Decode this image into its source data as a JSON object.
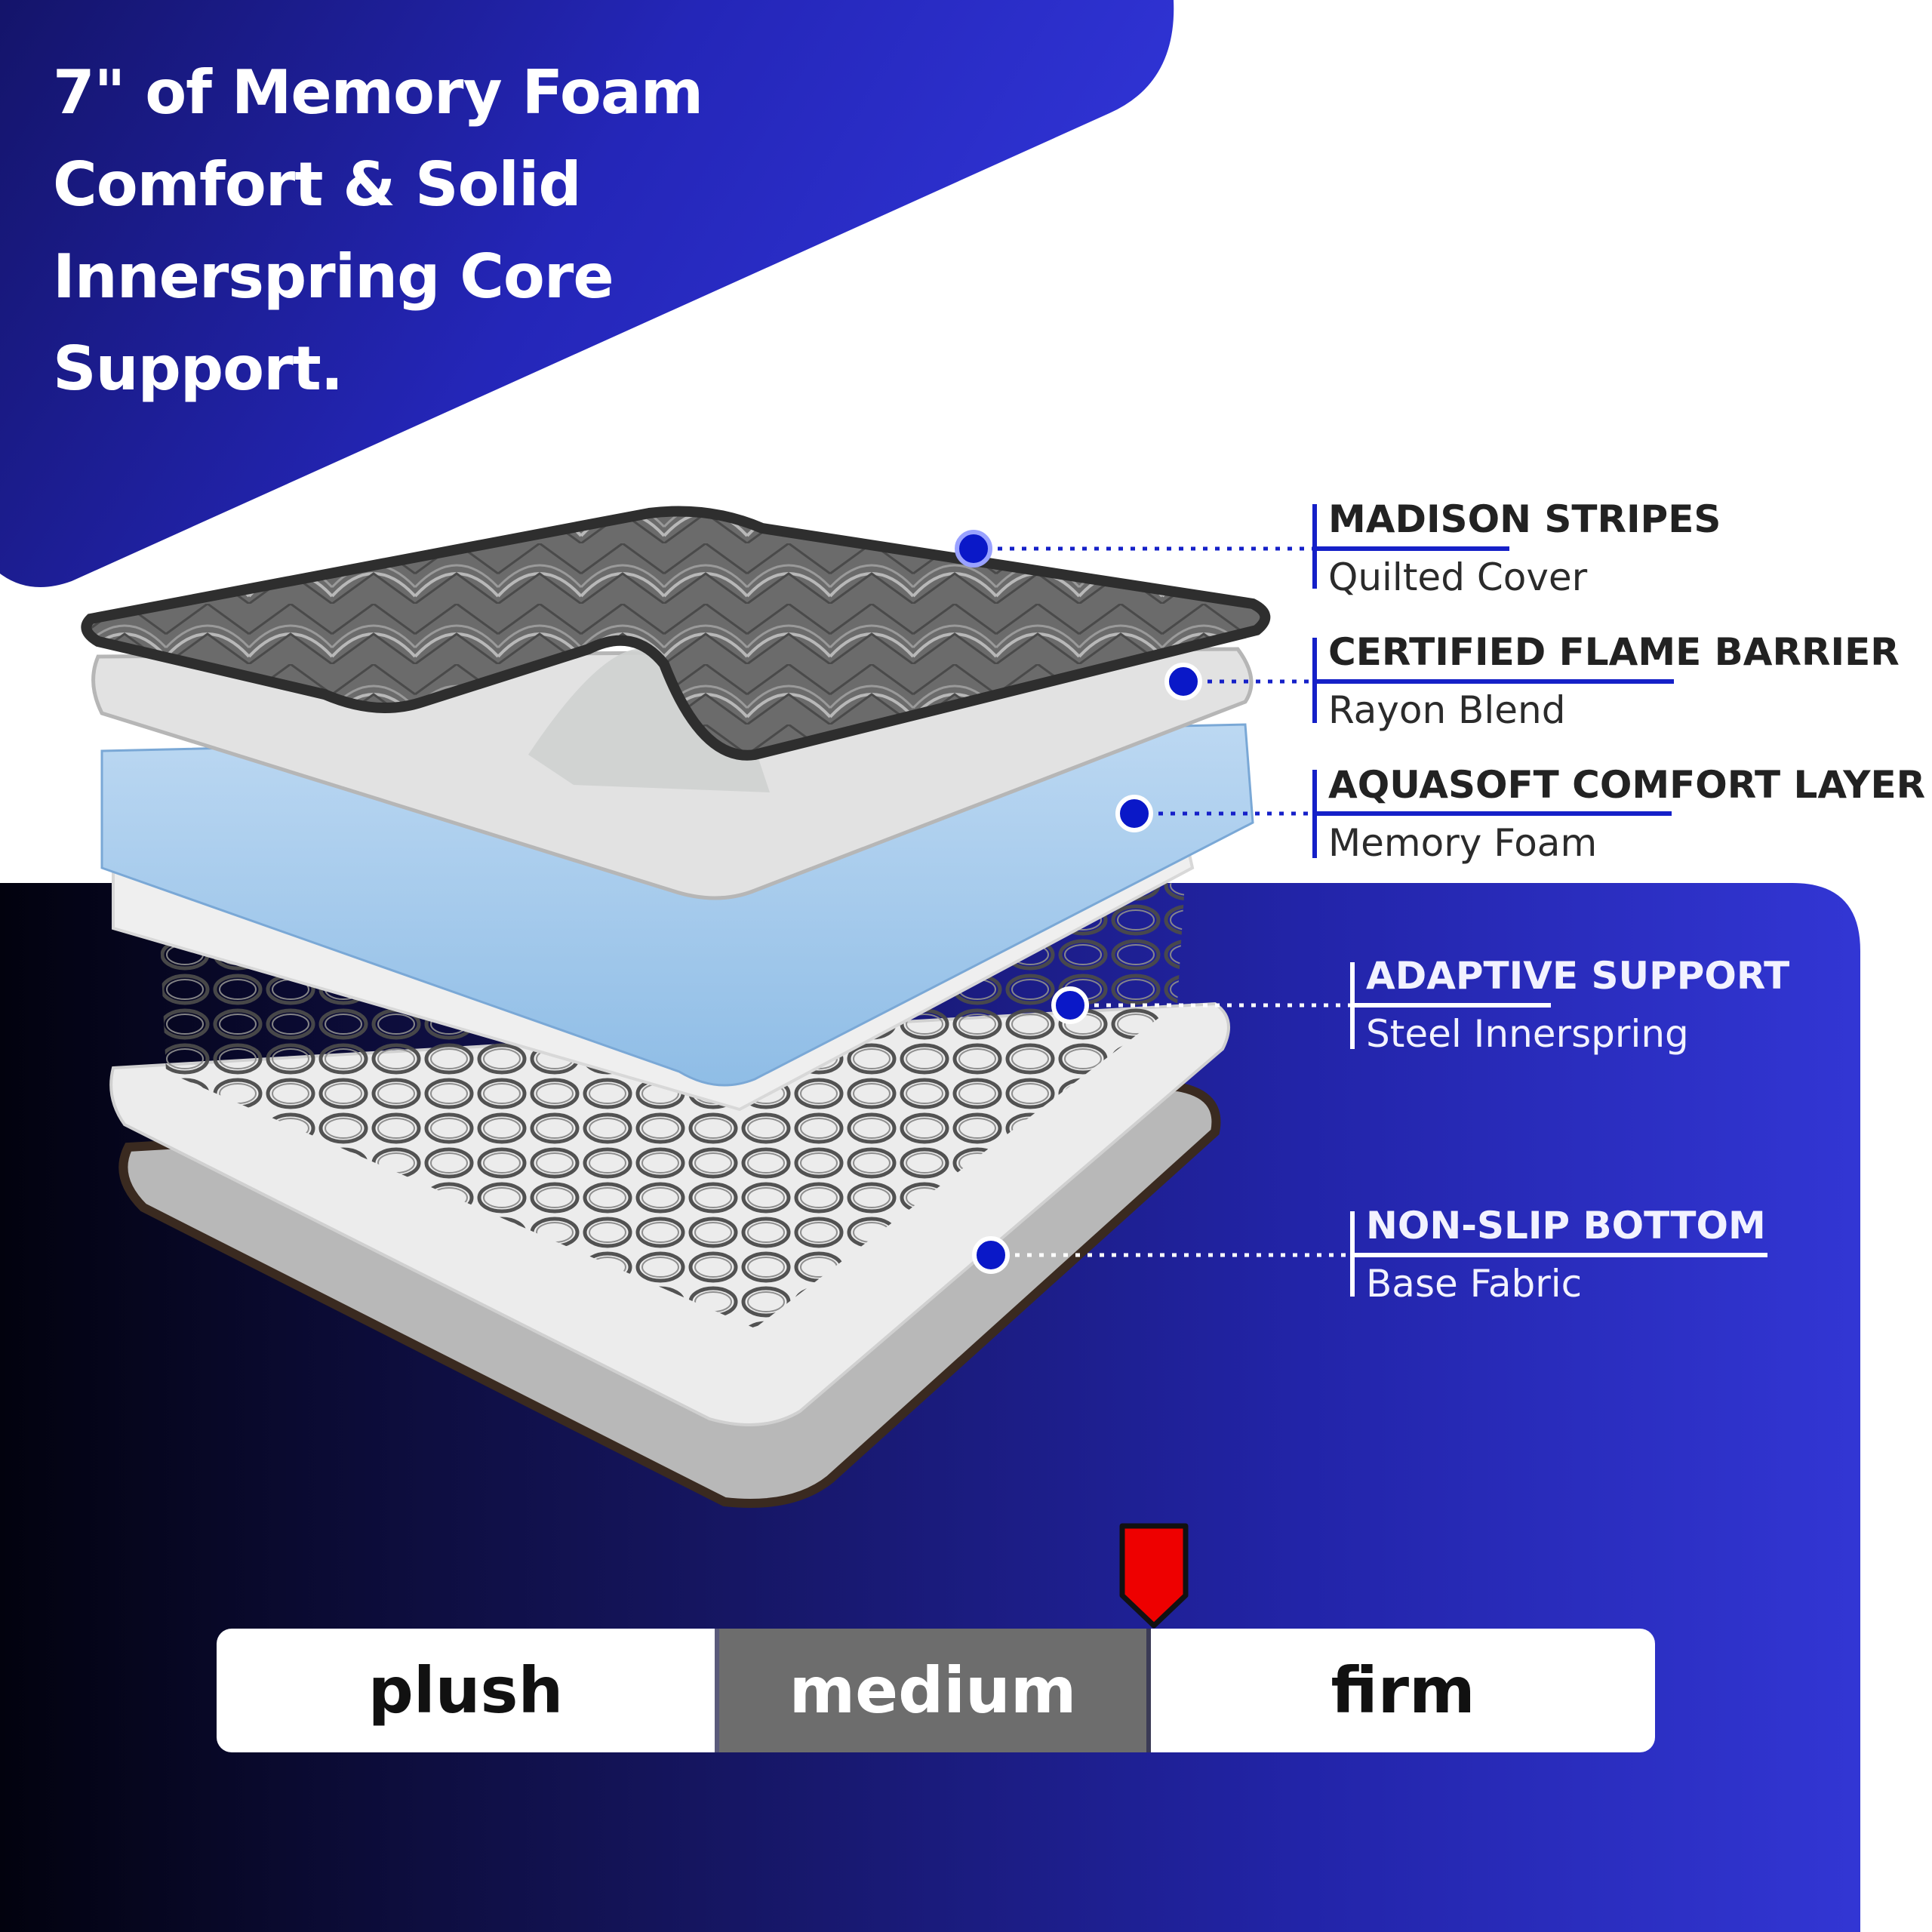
{
  "headline": {
    "lines": [
      "7\" of Memory Foam",
      "Comfort & Solid",
      "Innerspring Core",
      "Support."
    ]
  },
  "colors": {
    "accent_blue": "#2a2fd0",
    "navy": "#0a0a2e",
    "marker_red": "#ee0000",
    "callout_line": "#1520c8"
  },
  "layers": [
    {
      "title": "MADISON STRIPES",
      "subtitle": "Quilted Cover"
    },
    {
      "title": "CERTIFIED FLAME BARRIER",
      "subtitle": "Rayon Blend"
    },
    {
      "title": "AQUASOFT COMFORT LAYER",
      "subtitle": "Memory Foam"
    },
    {
      "title": "ADAPTIVE SUPPORT",
      "subtitle": "Steel Innerspring"
    },
    {
      "title": "NON-SLIP BOTTOM",
      "subtitle": "Base Fabric"
    }
  ],
  "firmness_scale": {
    "levels": [
      "plush",
      "medium",
      "firm"
    ],
    "indicator_icon": "pointer-down-icon"
  }
}
